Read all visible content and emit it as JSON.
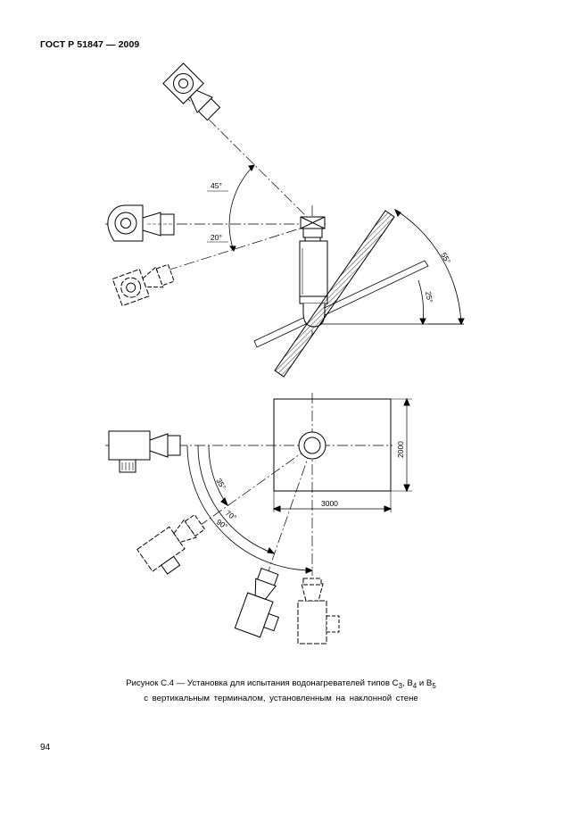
{
  "header": {
    "standard": "ГОСТ Р 51847 — 2009"
  },
  "figure_top": {
    "angles": {
      "a45": "45°",
      "a20": "20°",
      "a55": "55°",
      "a25": "25°"
    }
  },
  "figure_bottom": {
    "dims": {
      "width": "3000",
      "height": "2000"
    },
    "angles": {
      "a35": "35°",
      "a70": "70°",
      "a90": "90°"
    }
  },
  "caption": {
    "line1_pre": "Рисунок С.4 — Установка для испытания водонагревателей типов C",
    "sub1": "3",
    "sep1": ", B",
    "sub2": "4",
    "sep2": " и B",
    "sub3": "5",
    "line2": "с вертикальным терминалом, установленным на наклонной стене"
  },
  "footer": {
    "page_number": "94"
  }
}
